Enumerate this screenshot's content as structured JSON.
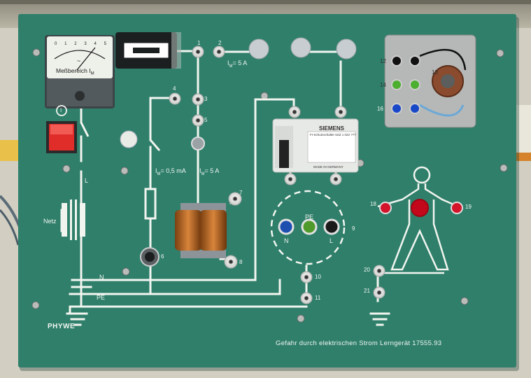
{
  "meter": {
    "title": "Meßbereich I",
    "subscript": "M",
    "symbol": "~",
    "scale": [
      "0",
      "1",
      "2",
      "3",
      "4",
      "5"
    ]
  },
  "labels": {
    "t1": "1",
    "t2": "2",
    "im5a_top": "I",
    "im5a_top_sub": "M",
    "im5a_top_val": "= 5 A",
    "t3": "3",
    "t4": "4",
    "t5": "5",
    "t6": "6",
    "t7": "7",
    "t8": "8",
    "t9": "9",
    "t10": "10",
    "t11": "11",
    "t12": "12",
    "t13": "13",
    "t14": "14",
    "t16": "16",
    "t18": "18",
    "t19": "19",
    "t20": "20",
    "t21": "21",
    "im05": "I",
    "im05_sub": "M",
    "im05_val": "= 0,5 mA",
    "im5a": "I",
    "im5a_sub": "M",
    "im5a_val": "= 5 A",
    "L": "L",
    "N_line": "N",
    "PE_line": "PE",
    "netz": "Netz",
    "socket_n": "N",
    "socket_pe": "PE",
    "socket_l": "L",
    "power_symbol": "I"
  },
  "rcd": {
    "brand": "SIEMENS",
    "type": "FI-Schutzschalter 5SZ 1 022 ???",
    "made": "MADE IN GERMANY"
  },
  "board": {
    "brand": "PHYWE",
    "footer": "Gefahr durch elektrischen Strom  Lerngerät  17555.93"
  },
  "colors": {
    "board": "#2f7f6b",
    "line": "#f2f5ef"
  }
}
